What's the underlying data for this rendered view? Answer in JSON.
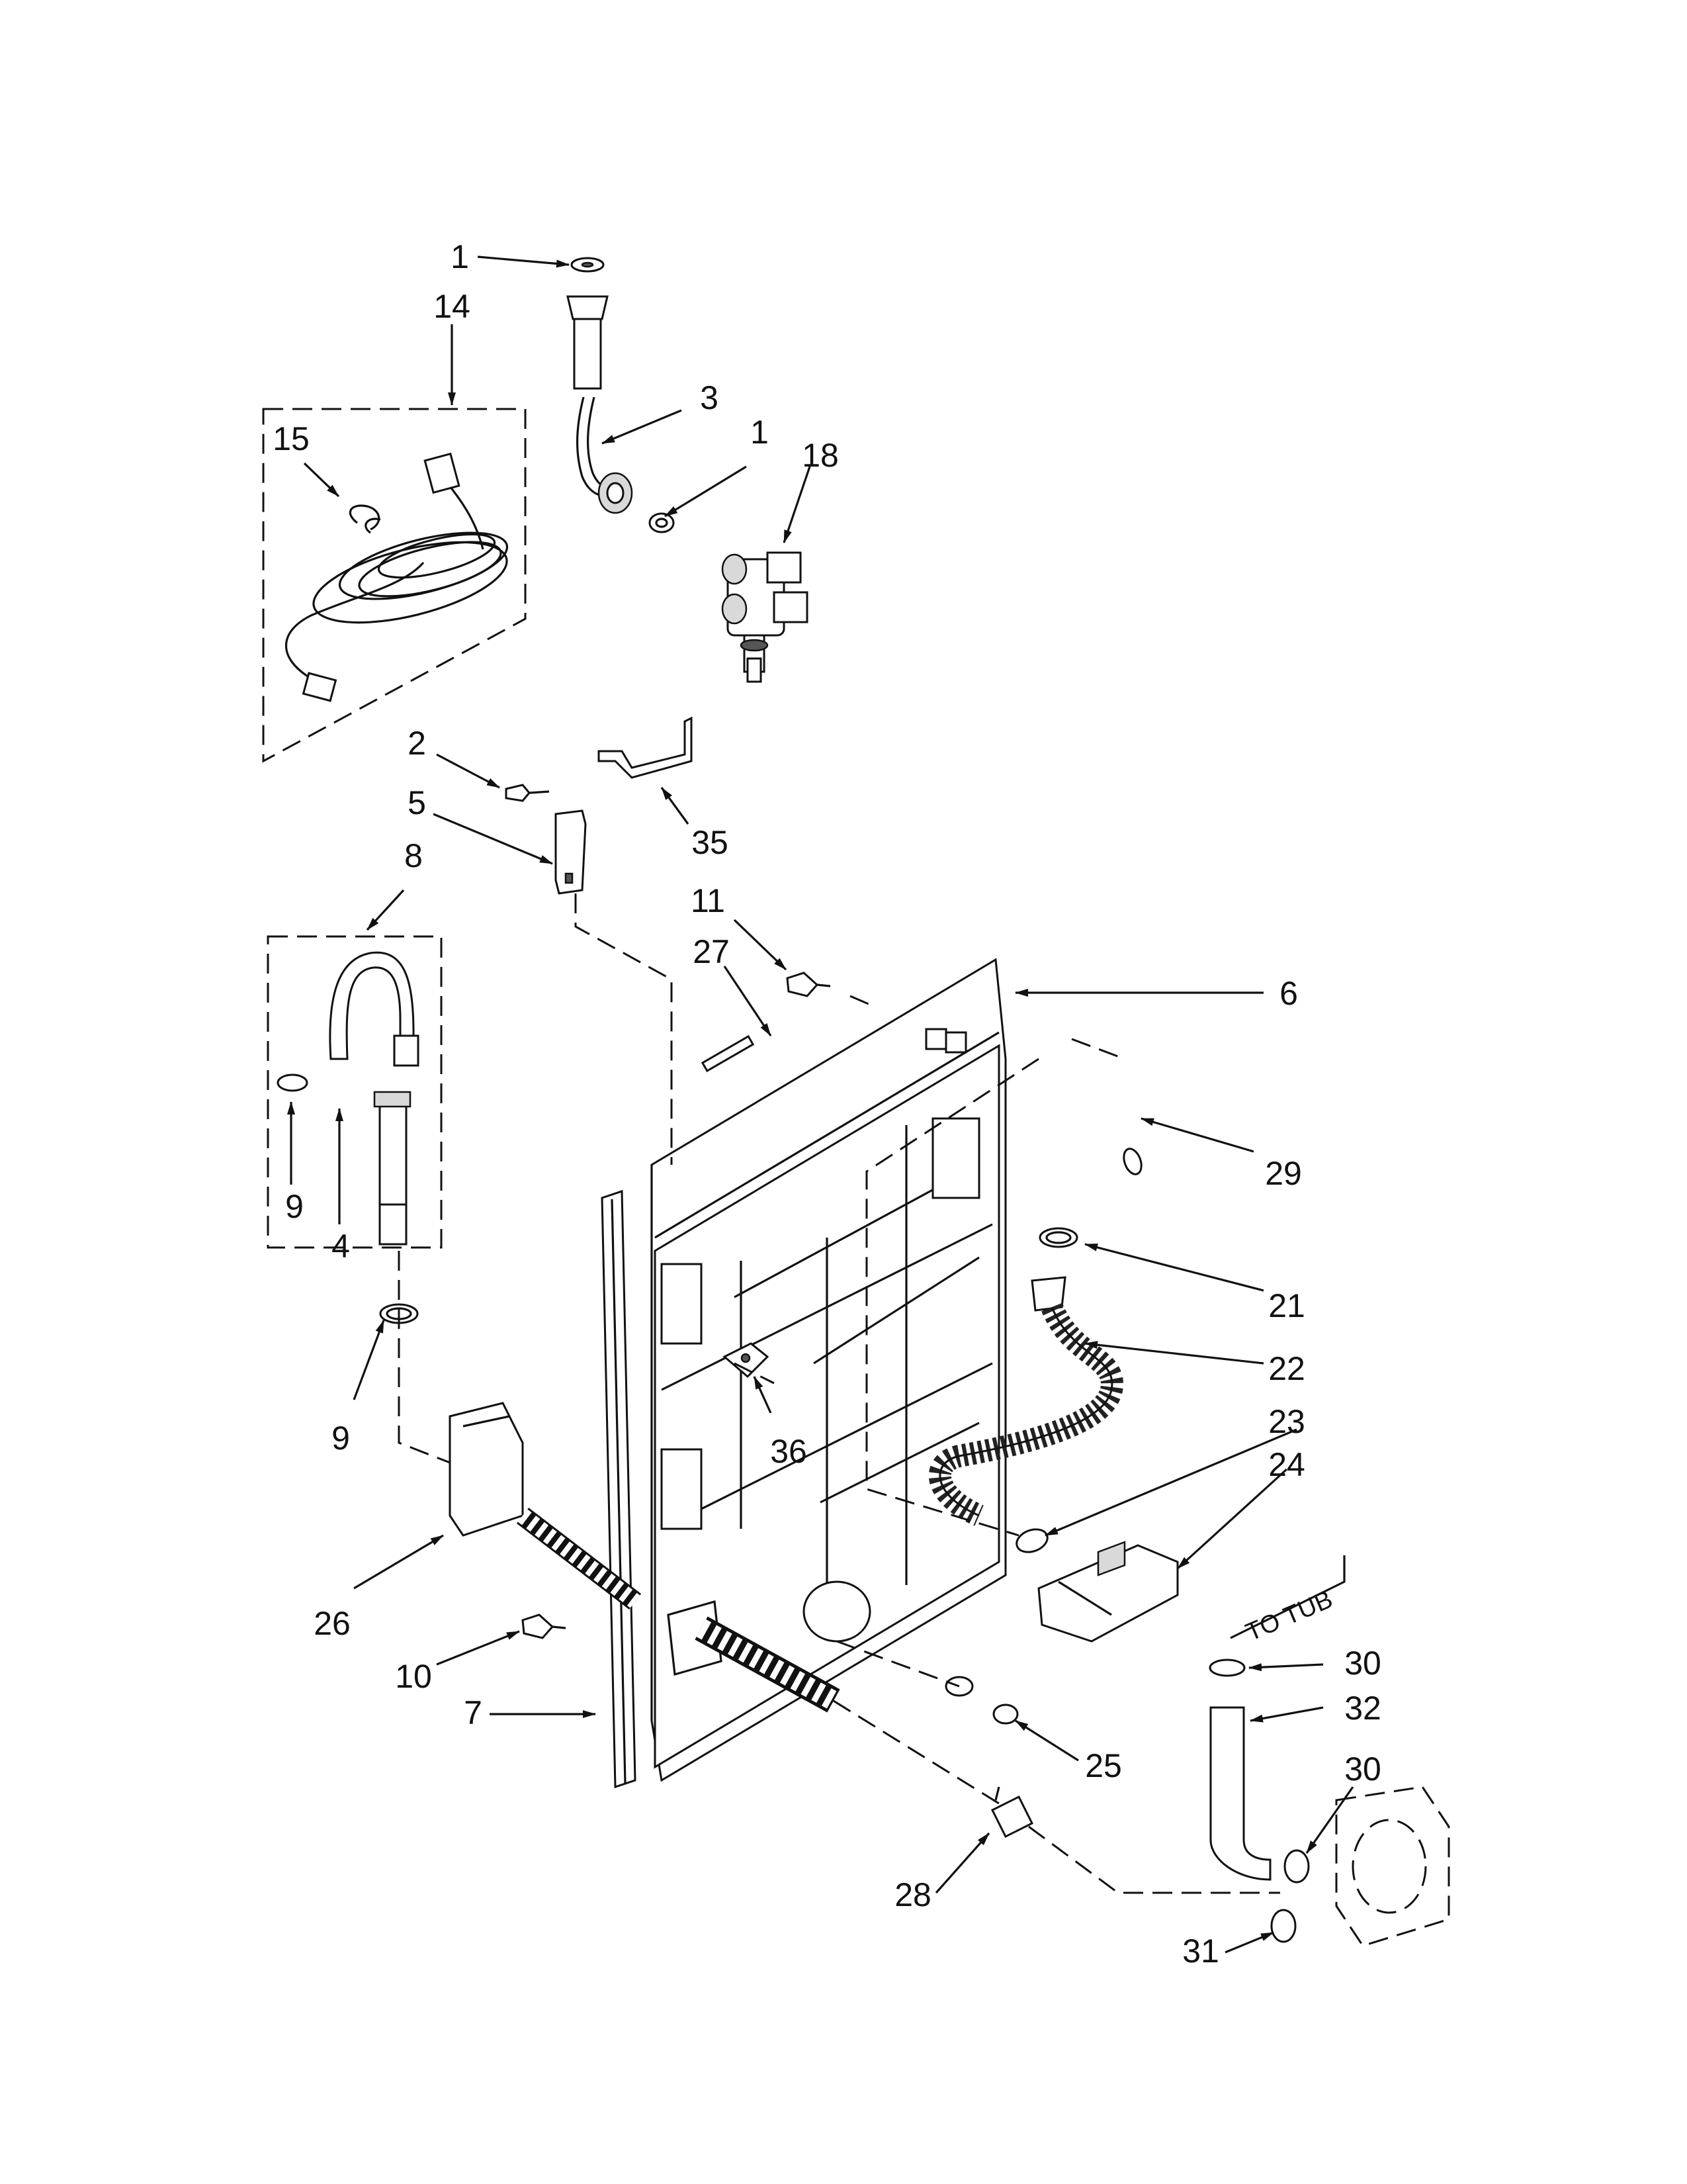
{
  "diagram": {
    "callouts": [
      "1",
      "14",
      "3",
      "1",
      "18",
      "15",
      "2",
      "35",
      "5",
      "8",
      "11",
      "27",
      "6",
      "29",
      "4",
      "9",
      "21",
      "22",
      "9",
      "36",
      "23",
      "24",
      "26",
      "10",
      "7",
      "25",
      "28",
      "31",
      "30",
      "32",
      "30"
    ],
    "note": "TO TUB"
  }
}
